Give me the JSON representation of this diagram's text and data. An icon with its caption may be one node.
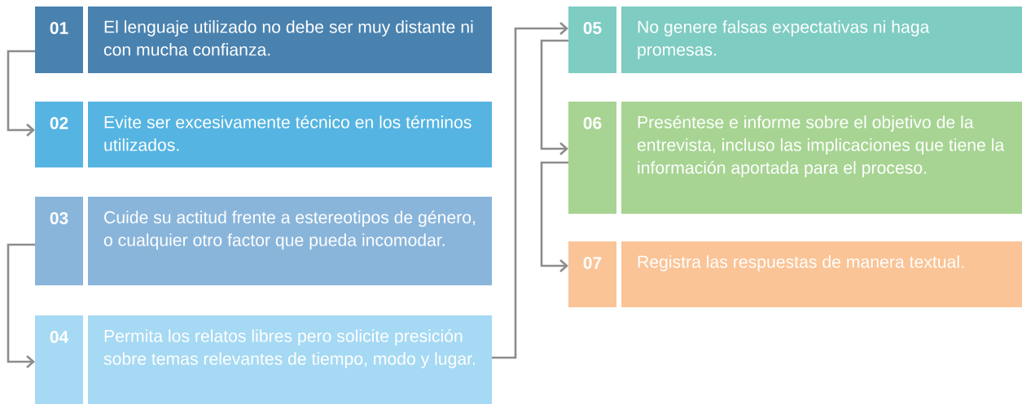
{
  "diagram": {
    "nodes": [
      {
        "text": [
          "01"
        ]
      },
      {
        "text": [
          "El lenguaje utilizado no debe ser muy distante ni con mucha confianza."
        ]
      },
      {
        "text": [
          "02"
        ]
      },
      {
        "text": [
          "Evite ser excesivamente técnico en los términos utilizados."
        ]
      },
      {
        "text": [
          "03"
        ]
      },
      {
        "text": [
          "Cuide su actitud frente a estereotipos de género, o cualquier otro factor que pueda incomodar."
        ]
      },
      {
        "text": [
          "04"
        ]
      },
      {
        "text": [
          "Permita los relatos libres pero solicite presición sobre temas relevantes de tiempo, modo y lugar."
        ]
      },
      {
        "text": [
          "05"
        ]
      },
      {
        "text": [
          "No genere falsas expectativas ni haga promesas."
        ]
      },
      {
        "text": [
          "06"
        ]
      },
      {
        "text": [
          "Preséntese e informe sobre el objetivo de la entrevista, incluso las implicaciones que tiene la información aportada para el proceso."
        ]
      },
      {
        "text": [
          "07"
        ]
      },
      {
        "text": [
          "Registra las respuestas de manera textual."
        ]
      }
    ],
    "edges": [
      {
        "from": 0,
        "to": 2,
        "arrow": "to"
      },
      {
        "from": 4,
        "to": 6,
        "arrow": "to"
      },
      {
        "from": 7,
        "to": 8,
        "arrow": "to"
      },
      {
        "from": 8,
        "to": 10,
        "arrow": "to"
      },
      {
        "from": 10,
        "to": 12,
        "arrow": "to"
      }
    ]
  }
}
